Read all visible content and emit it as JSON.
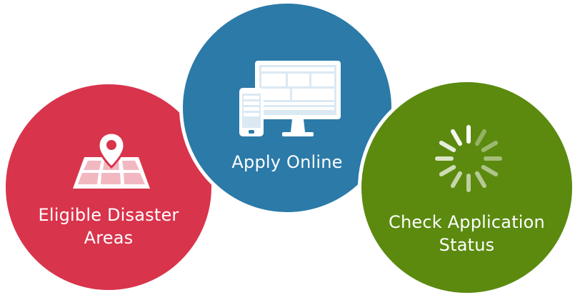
{
  "colors": {
    "red": "#d8344c",
    "blue": "#2b7aa8",
    "green": "#5b8a0f",
    "white": "#ffffff"
  },
  "items": [
    {
      "label_lines": [
        "Eligible Disaster",
        "Areas"
      ],
      "icon": "map-pin-icon"
    },
    {
      "label_lines": [
        "Apply Online"
      ],
      "icon": "devices-icon"
    },
    {
      "label_lines": [
        "Check Application",
        "Status"
      ],
      "icon": "loading-spinner-icon"
    }
  ]
}
